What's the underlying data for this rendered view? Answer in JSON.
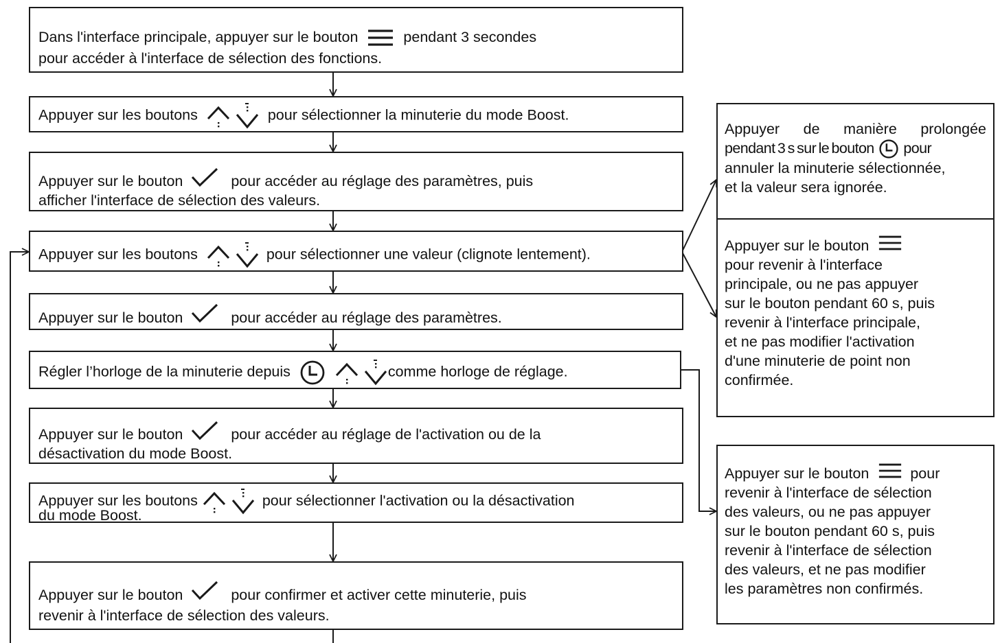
{
  "steps": [
    {
      "id": "s1",
      "lines": [
        "Dans l'interface principale, appuyer sur le bouton",
        "pendant 3 secondes",
        "pour accéder à l'interface de sélection des fonctions."
      ],
      "icons": [
        "menu-icon"
      ]
    },
    {
      "id": "s2",
      "lines": [
        "Appuyer sur les boutons",
        "pour sélectionner la minuterie du mode Boost."
      ],
      "icons": [
        "up-arrow-icon",
        "down-arrow-icon"
      ]
    },
    {
      "id": "s3",
      "lines": [
        "Appuyer sur le bouton",
        "pour accéder au réglage des paramètres, puis",
        "afficher l'interface de sélection des valeurs."
      ],
      "icons": [
        "check-icon"
      ]
    },
    {
      "id": "s4",
      "lines": [
        "Appuyer sur les boutons",
        "pour sélectionner une valeur (clignote lentement)."
      ],
      "icons": [
        "up-arrow-icon",
        "down-arrow-icon"
      ]
    },
    {
      "id": "s5",
      "lines": [
        "Appuyer sur le bouton",
        "pour accéder au réglage des paramètres."
      ],
      "icons": [
        "check-icon"
      ]
    },
    {
      "id": "s6",
      "lines": [
        "Régler l’horloge de la minuterie depuis",
        "comme horloge de réglage."
      ],
      "icons": [
        "clock-icon",
        "up-arrow-icon",
        "down-arrow-icon"
      ]
    },
    {
      "id": "s7",
      "lines": [
        "Appuyer sur le bouton",
        "pour accéder au réglage de l'activation ou de la",
        "désactivation du mode Boost."
      ],
      "icons": [
        "check-icon"
      ]
    },
    {
      "id": "s8",
      "lines": [
        "Appuyer sur les boutons",
        "pour sélectionner l'activation ou la désactivation",
        "du mode Boost."
      ],
      "icons": [
        "up-arrow-icon",
        "down-arrow-icon"
      ]
    },
    {
      "id": "s9",
      "lines": [
        "Appuyer sur le bouton",
        "pour confirmer et activer cette minuterie, puis",
        "revenir à l'interface de sélection des valeurs."
      ],
      "icons": [
        "check-icon"
      ]
    }
  ],
  "side_notes": [
    {
      "id": "n1",
      "lines": [
        "Appuyer de manière prolongée",
        "pendant 3 s sur le bouton",
        "pour",
        "annuler la minuterie sélectionnée,",
        "et la valeur sera ignorée."
      ],
      "icons": [
        "clock-icon"
      ]
    },
    {
      "id": "n2",
      "lines": [
        "Appuyer sur le bouton",
        "pour revenir à l'interface",
        "principale, ou ne pas appuyer",
        "sur le bouton pendant 60 s, puis",
        "revenir à l'interface principale,",
        "et ne pas modifier l'activation",
        "d'une minuterie de point non",
        "confirmée."
      ],
      "icons": [
        "menu-icon"
      ]
    },
    {
      "id": "n3",
      "lines": [
        "Appuyer sur le bouton",
        "pour",
        "revenir à l'interface de sélection",
        "des valeurs, ou ne pas appuyer",
        "sur le bouton pendant 60 s, puis",
        "revenir à l'interface de sélection",
        "des valeurs, et ne pas modifier",
        "les paramètres non confirmés."
      ],
      "icons": [
        "menu-icon"
      ]
    }
  ],
  "colors": {
    "line": "#1a1a1a",
    "text": "#111111",
    "background": "#ffffff"
  }
}
